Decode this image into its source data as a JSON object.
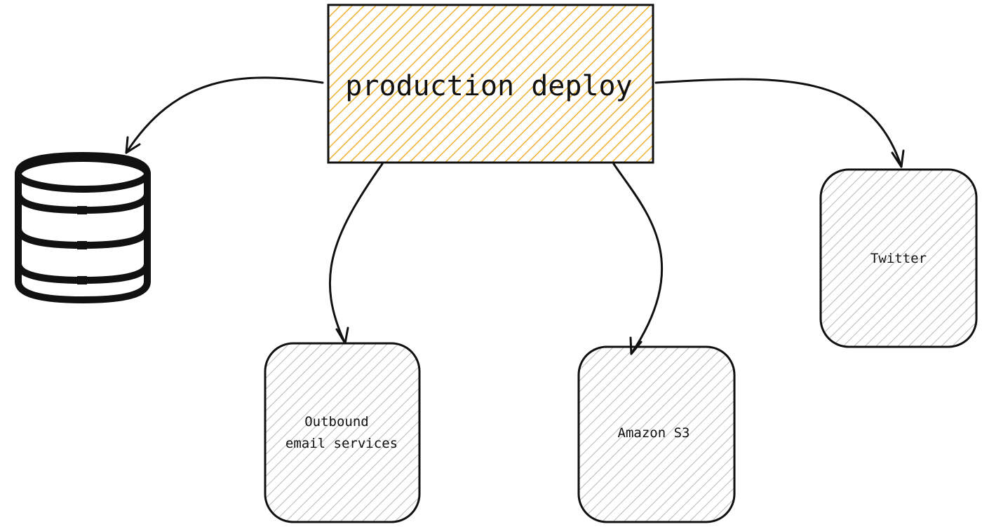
{
  "diagram": {
    "main_node": {
      "label": "production deploy",
      "fill": "#f0b030"
    },
    "nodes": {
      "email": {
        "line1": "Outbound",
        "line2": "email services"
      },
      "s3": {
        "label": "Amazon S3"
      },
      "twitter": {
        "label": "Twitter"
      }
    },
    "edges": [
      {
        "from": "production deploy",
        "to": "database"
      },
      {
        "from": "production deploy",
        "to": "Outbound email services"
      },
      {
        "from": "production deploy",
        "to": "Amazon S3"
      },
      {
        "from": "production deploy",
        "to": "Twitter"
      }
    ],
    "icons": [
      "database-icon"
    ],
    "colors": {
      "stroke": "#111111",
      "hatch_main": "#f0b030",
      "hatch_service": "#b8b8b8"
    }
  }
}
